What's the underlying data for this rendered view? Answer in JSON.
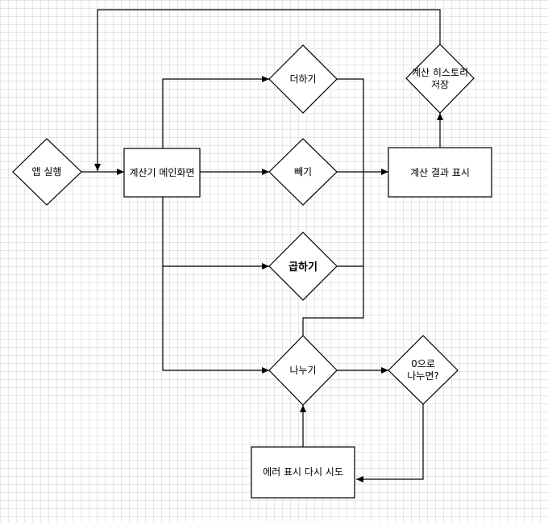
{
  "nodes": {
    "app_start": "앱 실행",
    "main_screen": "계산기 메인화면",
    "add": "더하기",
    "subtract": "빼기",
    "multiply": "곱하기",
    "divide": "나누기",
    "divide_by_zero_line1": "0으로",
    "divide_by_zero_line2": "나누면?",
    "show_result": "계산 결과 표시",
    "save_history_line1": "계산 히스토리",
    "save_history_line2": "저장",
    "error_retry": "에러 표시 다시 시도"
  }
}
